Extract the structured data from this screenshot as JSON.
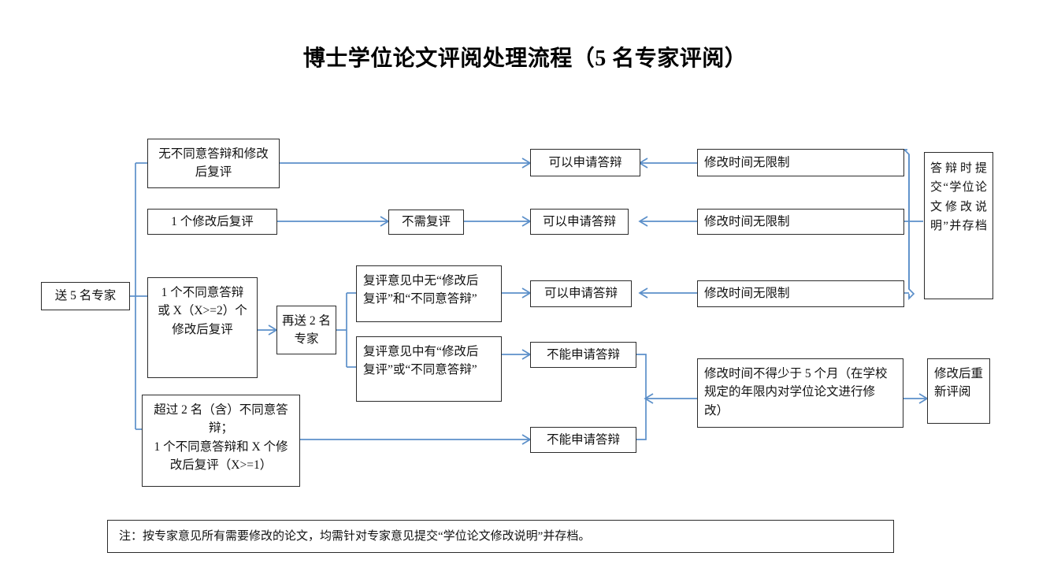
{
  "title": "博士学位论文评阅处理流程（5 名专家评阅）",
  "nodes": {
    "start": "送 5 名专家",
    "branch_none": "无不同意答辩和修改\n后复评",
    "branch_one_revise": "1 个修改后复评",
    "branch_one_disagree": "1 个不同意答辩\n或 X（X>=2）个\n修改后复评",
    "branch_over_two": "超过 2 名（含）不同意答\n辩；\n1 个不同意答辩和 X 个修\n改后复评（X>=1）",
    "no_rereview": "不需复评",
    "resend_two": "再送 2 名\n专家",
    "rereview_clean": "复评意见中无“修改后\n复评”和“不同意答辩”",
    "rereview_dirty": "复评意见中有“修改后\n复评”或“不同意答辩”",
    "can_defend_1": "可以申请答辩",
    "can_defend_2": "可以申请答辩",
    "can_defend_3": "可以申请答辩",
    "cannot_defend_1": "不能申请答辩",
    "cannot_defend_2": "不能申请答辩",
    "unlimited_time_1": "修改时间无限制",
    "unlimited_time_2": "修改时间无限制",
    "unlimited_time_3": "修改时间无限制",
    "submit_statement": "答辩时提交“学位论文修改说明”并存档",
    "min_five_months": "修改时间不得少于 5 个月（在学校\n规定的年限内对学位论文进行修\n改）",
    "rereview_after_revise": "修改后重\n新评阅"
  },
  "footer": {
    "note": "注：按专家意见所有需要修改的论文，均需针对专家意见提交“学位论文修改说明”并存档。"
  },
  "colors": {
    "box_border": "#2b2b2b",
    "connector": "#5b8fc9",
    "text": "#111111",
    "background": "#ffffff"
  }
}
